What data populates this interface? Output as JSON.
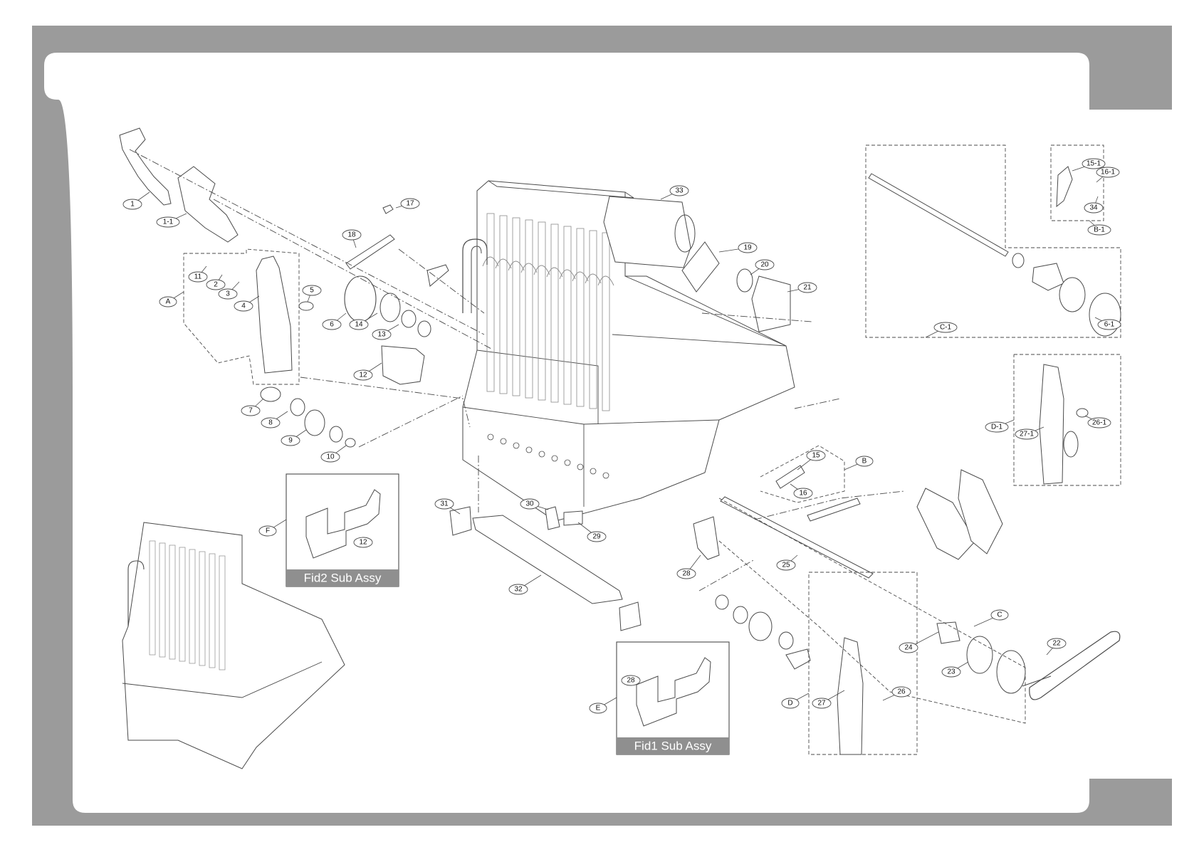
{
  "colors": {
    "frame": "#9b9b9b",
    "panel": "#ffffff",
    "line": "#4a4a4a",
    "ghost": "#8a8a8a",
    "caption_bg": "#8f8f8f",
    "caption_text": "#ffffff"
  },
  "insets": [
    {
      "id": "F",
      "caption": "Fid2 Sub Assy",
      "callouts": [
        "12"
      ]
    },
    {
      "id": "E",
      "caption": "Fid1 Sub Assy",
      "callouts": [
        "28"
      ]
    }
  ],
  "groups": {
    "A": "A",
    "B": "B",
    "C": "C",
    "D": "D",
    "E": "E",
    "F": "F",
    "B-1": "B-1",
    "C-1": "C-1",
    "D-1": "D-1"
  },
  "callouts": [
    "1",
    "1-1",
    "2",
    "3",
    "4",
    "5",
    "6",
    "7",
    "8",
    "9",
    "10",
    "11",
    "12",
    "13",
    "14",
    "15",
    "16",
    "17",
    "18",
    "19",
    "20",
    "21",
    "22",
    "23",
    "24",
    "25",
    "26",
    "27",
    "28",
    "29",
    "30",
    "31",
    "32",
    "33",
    "34",
    "6-1",
    "15-1",
    "16-1",
    "26-1",
    "27-1"
  ]
}
